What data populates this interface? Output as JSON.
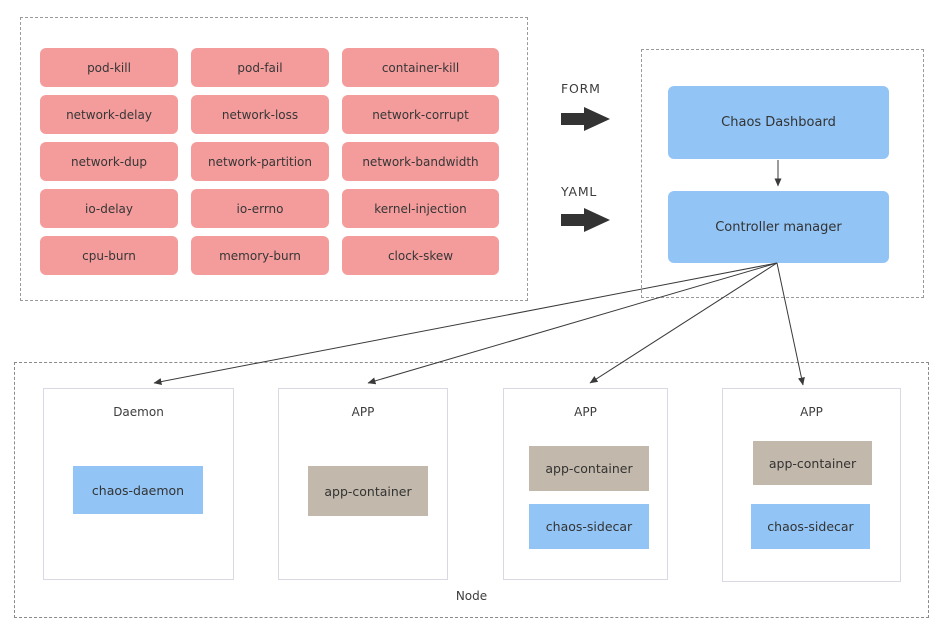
{
  "experiments": {
    "types": [
      "pod-kill",
      "pod-fail",
      "container-kill",
      "network-delay",
      "network-loss",
      "network-corrupt",
      "network-dup",
      "network-partition",
      "network-bandwidth",
      "io-delay",
      "io-errno",
      "kernel-injection",
      "cpu-burn",
      "memory-burn",
      "clock-skew"
    ]
  },
  "inputs": {
    "form_label": "FORM",
    "yaml_label": "YAML"
  },
  "control_plane": {
    "dashboard_label": "Chaos Dashboard",
    "controller_label": "Controller manager"
  },
  "node": {
    "label": "Node",
    "pods": [
      {
        "title": "Daemon",
        "containers": [
          {
            "label": "chaos-daemon"
          }
        ]
      },
      {
        "title": "APP",
        "containers": [
          {
            "label": "app-container"
          }
        ]
      },
      {
        "title": "APP",
        "containers": [
          {
            "label": "app-container"
          },
          {
            "label": "chaos-sidecar"
          }
        ]
      },
      {
        "title": "APP",
        "containers": [
          {
            "label": "app-container"
          },
          {
            "label": "chaos-sidecar"
          }
        ]
      }
    ]
  },
  "colors": {
    "chaos_experiment_bg": "#f49c9c",
    "chaos_component_bg": "#92c5f6",
    "app_component_bg": "#c2b8ab",
    "arrow": "#333333"
  }
}
